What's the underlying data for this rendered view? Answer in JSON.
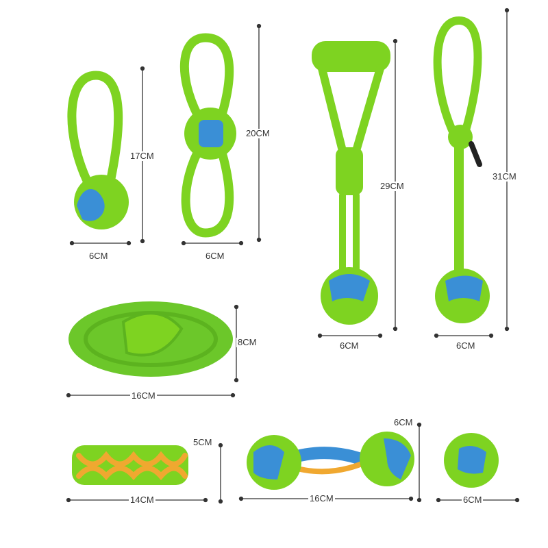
{
  "colors": {
    "rope_green": "#7ed321",
    "rope_light": "#a8e64a",
    "ball_blue": "#3a8fd6",
    "rope_orange": "#f0a830",
    "line": "#333333"
  },
  "toys": [
    {
      "name": "loop-ball-small",
      "height": "17CM",
      "width": "6CM"
    },
    {
      "name": "figure-eight-ball",
      "height": "20CM",
      "width": "6CM"
    },
    {
      "name": "handle-ball",
      "height": "29CM",
      "width": "6CM"
    },
    {
      "name": "loop-ball-long",
      "height": "31CM",
      "width": "6CM"
    },
    {
      "name": "flat-knot",
      "height": "8CM",
      "width": "16CM"
    },
    {
      "name": "braided-stick",
      "height": "5CM",
      "width": "14CM"
    },
    {
      "name": "double-ball-dumbbell",
      "height": "6CM",
      "width": "16CM"
    },
    {
      "name": "single-ball",
      "width": "6CM"
    }
  ]
}
